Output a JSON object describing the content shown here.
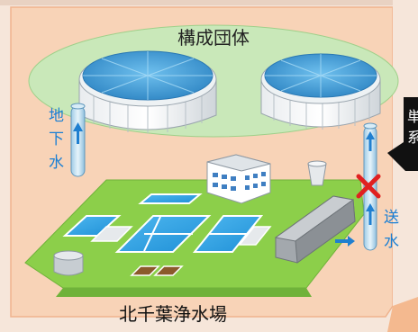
{
  "labels": {
    "title": "構成団体",
    "groundwater": [
      "地",
      "下",
      "水"
    ],
    "send_water": [
      "送",
      "水"
    ],
    "facility": "北千葉浄水場",
    "callout_partial": [
      "単",
      "系"
    ]
  },
  "colors": {
    "panel_fill": "#f8d3b7",
    "panel_border": "#f0b08a",
    "ellipse_fill": "#c9e8b9",
    "ground_fill": "#8ccf4a",
    "tank_roof": "#4aa3d8",
    "pipe_fill": "#bfe0f2",
    "arrow_blue": "#1f7fd0",
    "cross_red": "#e02020",
    "text_blue": "#1a7fd4"
  }
}
